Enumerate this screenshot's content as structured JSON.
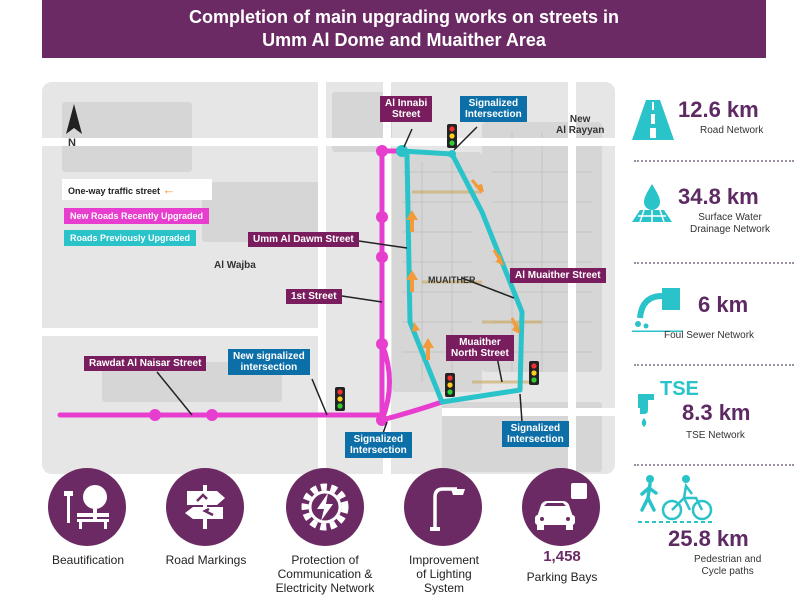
{
  "title": {
    "line1": "Completion of main upgrading works on streets in",
    "line2": "Umm Al Dome and Muaither Area"
  },
  "map": {
    "north": "N",
    "legend": {
      "one_way": "One-way traffic street",
      "new_roads": "New Roads Recently Upgraded",
      "prev_roads": "Roads Previously Upgraded"
    },
    "place_labels": {
      "al_wajba": "Al Wajba",
      "muaither": "MUAITHER",
      "new_al_rayyan_1": "New",
      "new_al_rayyan_2": "Al Rayyan"
    },
    "street_labels": {
      "al_innabi_1": "Al Innabi",
      "al_innabi_2": "Street",
      "umm_al_dawm": "Umm Al Dawm Street",
      "first_street": "1st Street",
      "rawdat": "Rawdat Al Naisar Street",
      "al_muaither": "Al Muaither Street",
      "muaither_north_1": "Muaither",
      "muaither_north_2": "North Street"
    },
    "intersection_labels": {
      "top_1": "Signalized",
      "top_2": "Intersection",
      "new_1": "New signalized",
      "new_2": "intersection",
      "bottom_center_1": "Signalized",
      "bottom_center_2": "Intersection",
      "bottom_right_1": "Signalized",
      "bottom_right_2": "Intersection"
    },
    "colors": {
      "new_roads": "#e83ecf",
      "prev_roads": "#29c3c9",
      "arrow": "#f39a3a",
      "purple_label": "#7a1d5e",
      "blue_label": "#0d6fa8"
    }
  },
  "stats": {
    "road": {
      "value": "12.6 km",
      "label": "Road Network",
      "icon": "road-icon"
    },
    "drainage": {
      "value": "34.8 km",
      "label1": "Surface Water",
      "label2": "Drainage Network",
      "icon": "water-drop-icon"
    },
    "sewer": {
      "value": "6 km",
      "label": "Foul Sewer Network",
      "icon": "sewer-pipe-icon"
    },
    "tse": {
      "prefix": "TSE",
      "value": "8.3 km",
      "label": "TSE Network",
      "icon": "tap-icon"
    },
    "pedestrian": {
      "value": "25.8 km",
      "label1": "Pedestrian and",
      "label2": "Cycle paths",
      "icon": "pedestrian-cyclist-icon"
    }
  },
  "features": {
    "beautification": "Beautification",
    "road_markings": "Road Markings",
    "protection_1": "Protection of",
    "protection_2": "Communication &",
    "protection_3": "Electricity Network",
    "lighting_1": "Improvement",
    "lighting_2": "of Lighting",
    "lighting_3": "System",
    "parking_count": "1,458",
    "parking_label": "Parking Bays",
    "parking_sign": "P"
  }
}
